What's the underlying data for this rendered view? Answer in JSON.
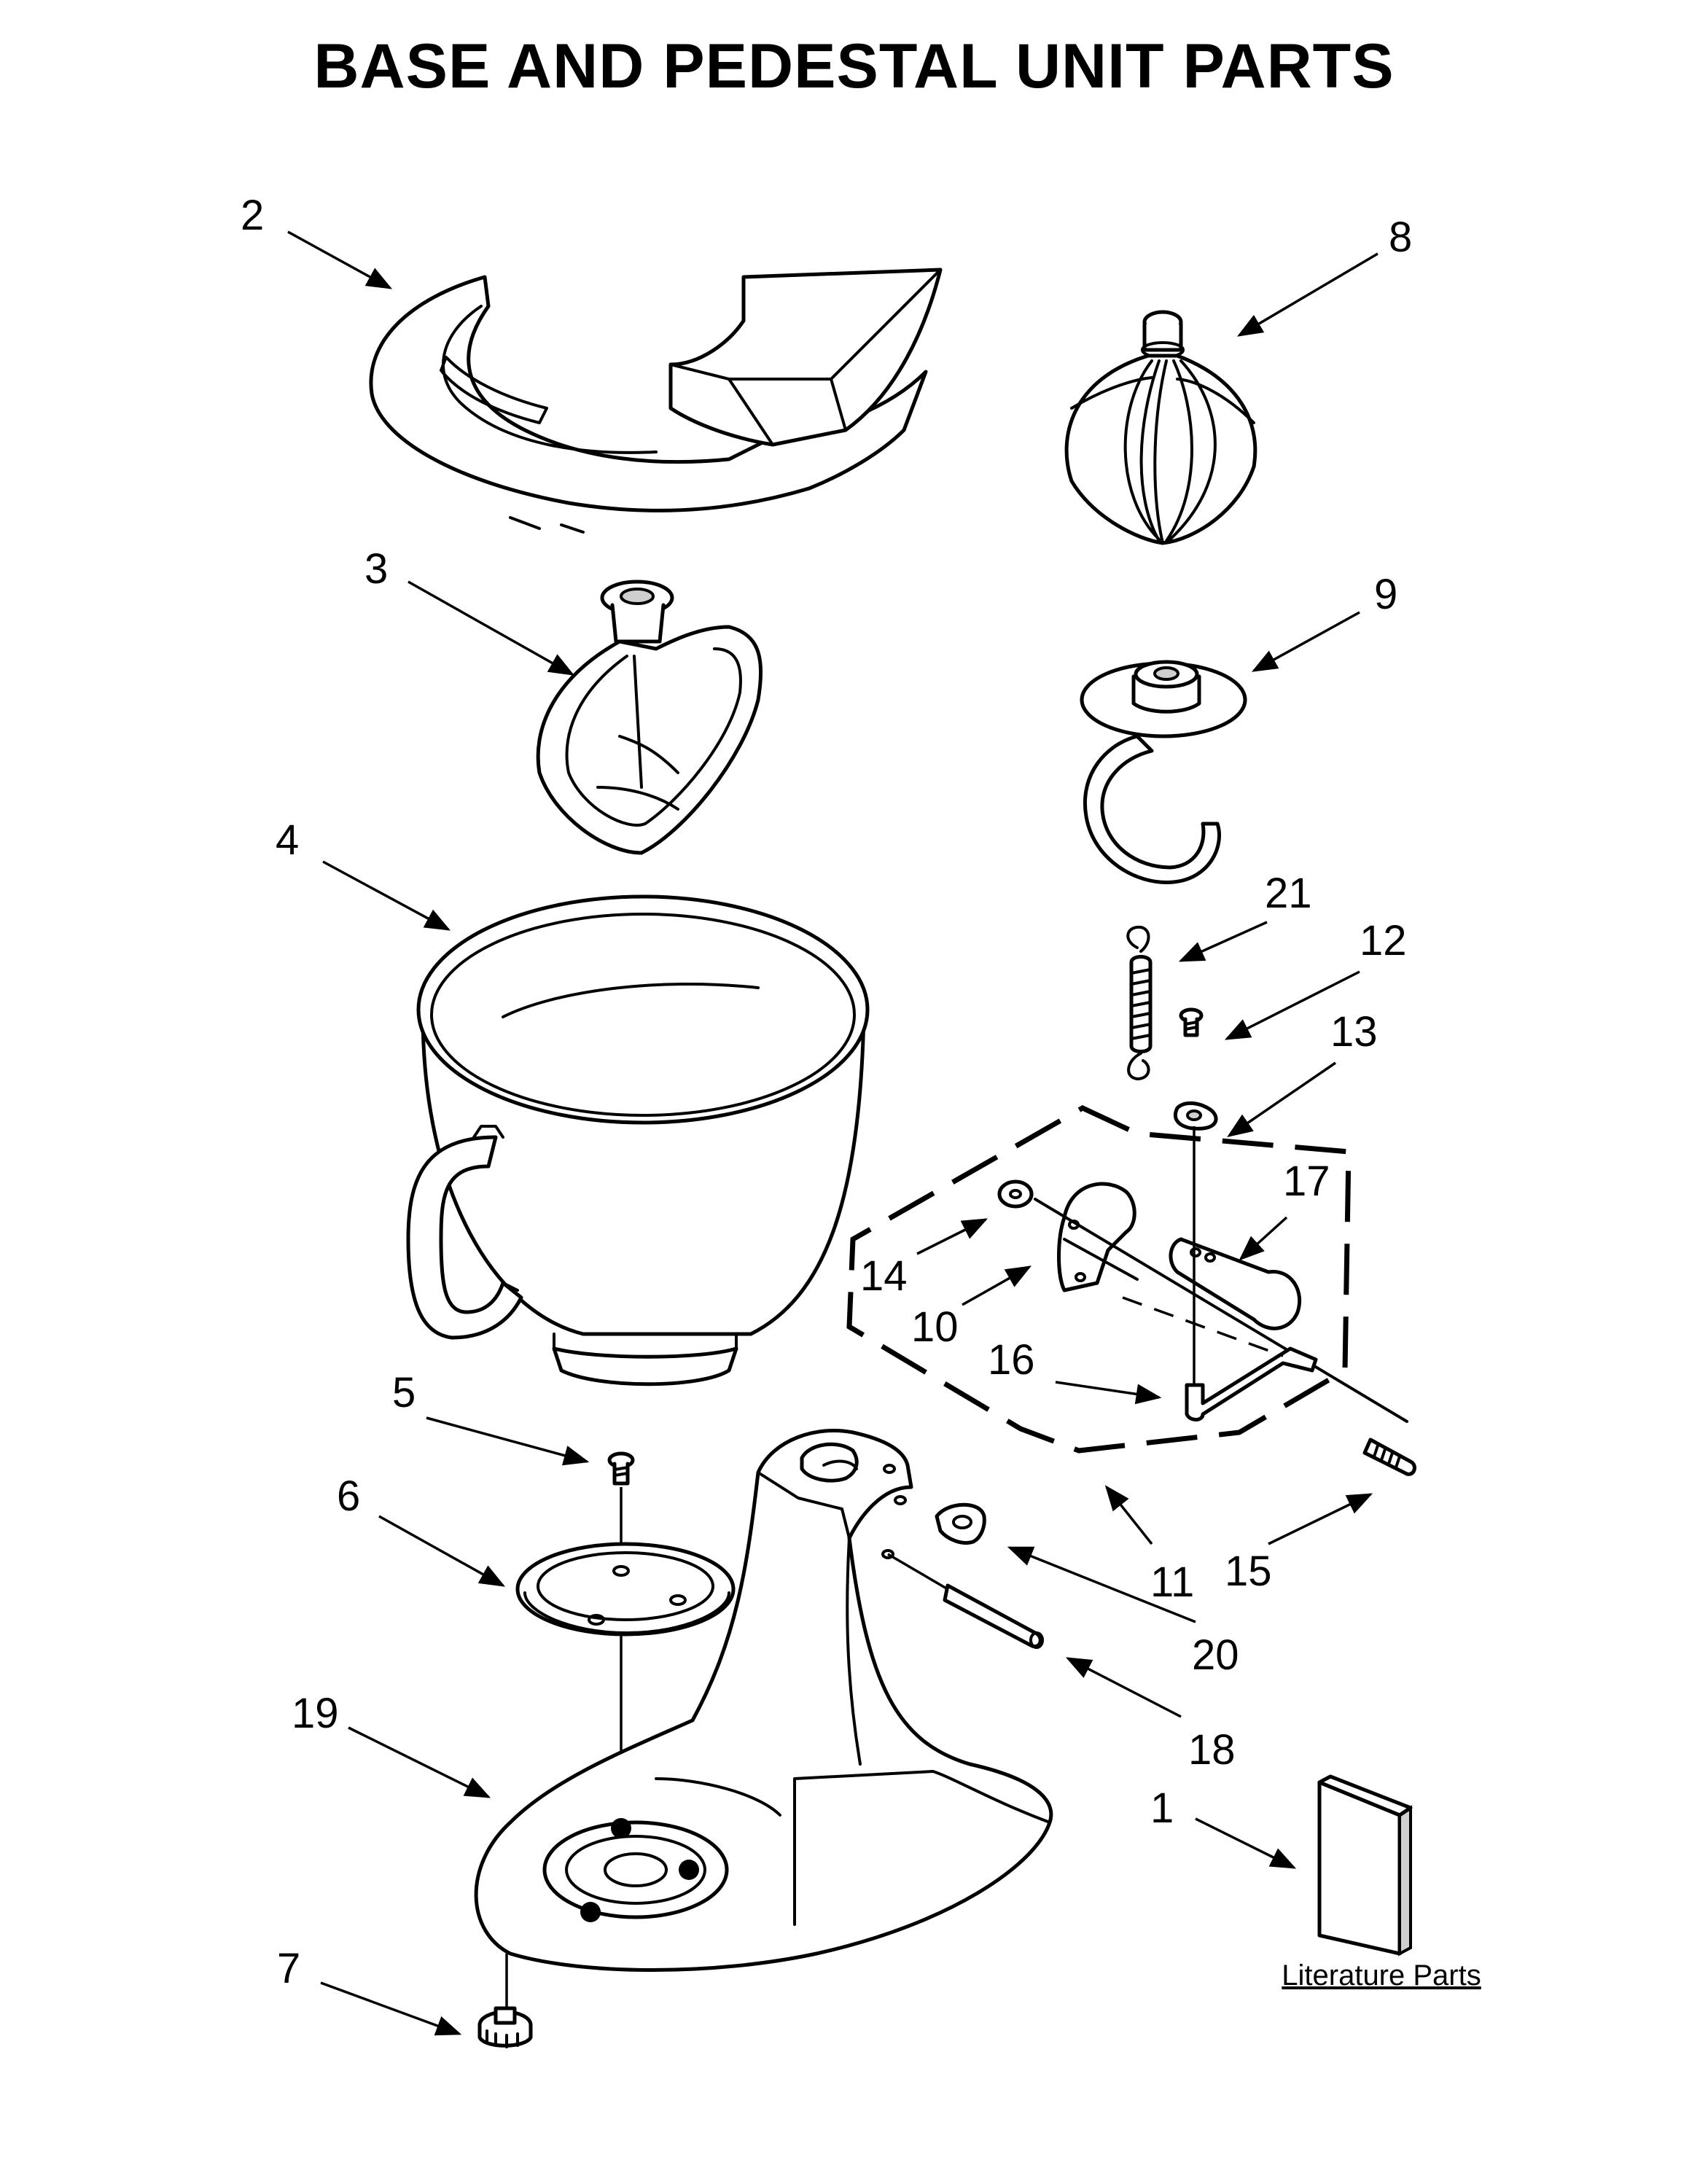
{
  "title": "BASE AND PEDESTAL UNIT PARTS",
  "literature_link": "Literature Parts",
  "callouts": {
    "c1": "1",
    "c2": "2",
    "c3": "3",
    "c4": "4",
    "c5": "5",
    "c6": "6",
    "c7": "7",
    "c8": "8",
    "c9": "9",
    "c10": "10",
    "c11": "11",
    "c12": "12",
    "c13": "13",
    "c14": "14",
    "c15": "15",
    "c16": "16",
    "c17": "17",
    "c18": "18",
    "c19": "19",
    "c20": "20",
    "c21": "21"
  }
}
